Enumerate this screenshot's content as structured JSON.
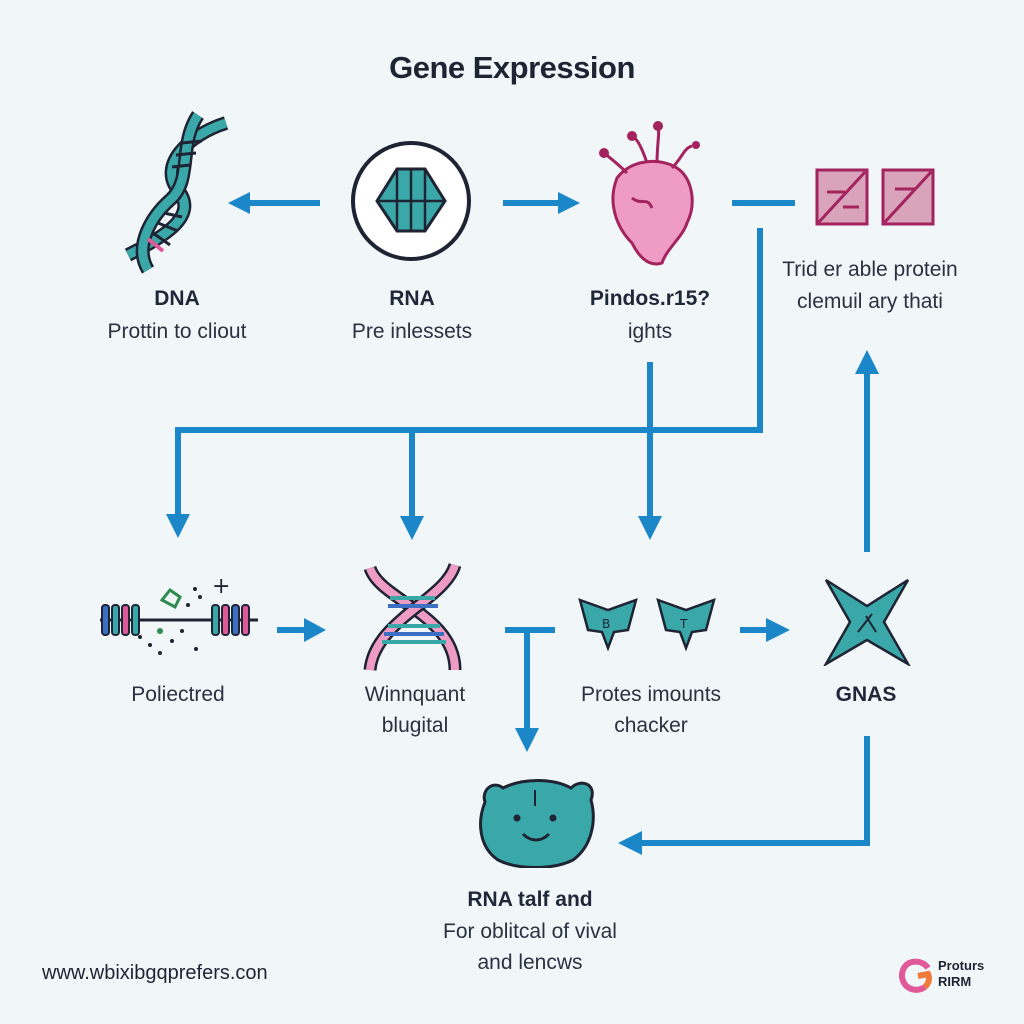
{
  "title": "Gene Expression",
  "nodes": {
    "dna": {
      "title": "DNA",
      "caption": "Prottin to cliout"
    },
    "rna": {
      "title": "RNA",
      "caption": "Pre inlessets"
    },
    "pindos": {
      "title": "Pindos.r15?",
      "caption": "ights"
    },
    "trid": {
      "caption_line1": "Trid er able protein",
      "caption_line2": "clemuil ary thati"
    },
    "poliectred": {
      "caption": "Poliectred"
    },
    "winnquant": {
      "caption_line1": "Winnquant",
      "caption_line2": "blugital"
    },
    "protes": {
      "caption_line1": "Protes imounts",
      "caption_line2": "chacker"
    },
    "gnas": {
      "title": "GNAS"
    },
    "rna_talf": {
      "title": "RNA talf and",
      "caption_line1": "For oblitcal of vival",
      "caption_line2": "and lencws"
    }
  },
  "footer": {
    "url": "www.wbixibgqprefers.con",
    "logo_line1": "Proturs",
    "logo_line2": "RIRM"
  },
  "colors": {
    "arrow": "#1b87c8",
    "teal": "#3aa7a8",
    "pink": "#e05a9a",
    "magenta": "#a3235e",
    "navy": "#1e2433"
  }
}
